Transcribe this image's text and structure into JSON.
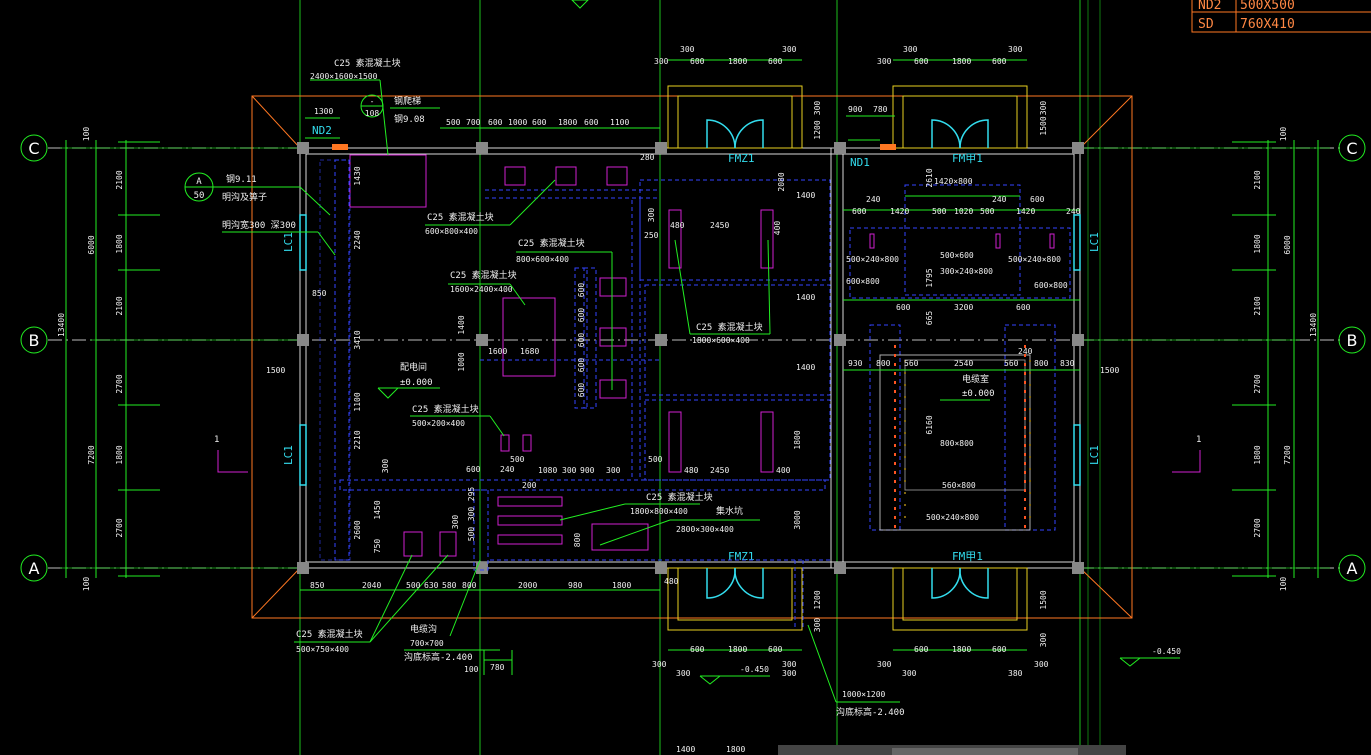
{
  "legend_table": {
    "rows": [
      {
        "code": "ND2",
        "size": "500X500"
      },
      {
        "code": "SD",
        "size": "760X410"
      }
    ]
  },
  "axes": {
    "left": [
      "C",
      "B",
      "A"
    ],
    "right": [
      "C",
      "B",
      "A"
    ]
  },
  "left_dims": {
    "outer": "13400",
    "seg_top": "6000",
    "seg_bottom": "7200",
    "inner": [
      "100",
      "2100",
      "1800",
      "2100",
      "2700",
      "1800",
      "2700",
      "100"
    ]
  },
  "right_dims": {
    "outer": "13400",
    "seg_top": "6000",
    "seg_bottom": "7200",
    "inner": [
      "100",
      "2100",
      "1800",
      "2100",
      "2700",
      "1800",
      "2700",
      "100"
    ]
  },
  "top_dims": {
    "door1": [
      "300",
      "300",
      "600",
      "1800",
      "600",
      "300"
    ],
    "door2": [
      "300",
      "300",
      "600",
      "1800",
      "600",
      "300"
    ],
    "row": [
      "1300",
      "500",
      "700",
      "600",
      "1000",
      "600",
      "1800",
      "600",
      "1100"
    ],
    "right_small": [
      "900",
      "780"
    ],
    "v1": [
      "300",
      "1200"
    ],
    "v2": [
      "300",
      "1500"
    ]
  },
  "labels": {
    "nd2": "ND2",
    "nd1": "ND1",
    "fmz1_top": "FMZ1",
    "fmz1_bottom": "FMZ1",
    "fm1_top": "FM甲1",
    "fm1_bottom": "FM甲1",
    "lc1_a": "LC1",
    "lc1_b": "LC1",
    "lc1_c": "LC1",
    "lc1_d": "LC1",
    "c25_1": "C25  素混凝土块",
    "c25_1_size": "2400×1600×1500",
    "c25_2": "C25  素混凝土块",
    "c25_2_size": "600×800×400",
    "c25_3": "C25  素混凝土块",
    "c25_3_size": "800×600×400",
    "c25_4": "C25  素混凝土块",
    "c25_4_size": "1600×2400×400",
    "c25_5": "C25  素混凝土块",
    "c25_5_size": "1800×600×400",
    "c25_6": "C25  素混凝土块",
    "c25_6_size": "500×200×400",
    "c25_7": "C25  素混凝土块",
    "c25_7_size": "1800×800×400",
    "c25_8": "C25  素混凝土块",
    "c25_8_size": "500×750×400",
    "ref_circle_top": "A",
    "ref_circle_bottom": "50",
    "ref_note1": "钢9.11",
    "ref_note2": "明沟及箅子",
    "ditch": "明沟宽300  深300",
    "grate": "钢爬梯",
    "grate_ref": "钢9.08",
    "sec_circle_top": "-",
    "sec_circle_bottom": "108",
    "elev_left_name": "配电间",
    "elev_left": "±0.000",
    "elev_right_name": "电缆室",
    "elev_right": "±0.000",
    "elev_bottom1": "-0.450",
    "elev_bottom2": "-0.450",
    "cable_trench": "电缆沟",
    "cable_trench_size": "700×700",
    "cable_trench_depth": "沟底标高-2.400",
    "cable_trench2_size": "1000×1200",
    "cable_trench2_depth": "沟底标高-2.400",
    "sump": "集水坑",
    "sump_size": "2800×300×400",
    "section_mark_left": "1",
    "section_mark_right": "1",
    "right_room_sizes": [
      "1420×800",
      "500×240×800",
      "500×600",
      "300×240×800",
      "500×240×800",
      "600×800",
      "600×800",
      "800×800",
      "560×800",
      "500×240×800"
    ],
    "right_room_dims": [
      "600",
      "240",
      "1420",
      "500",
      "1020",
      "500",
      "1420",
      "240",
      "600",
      "600",
      "3200",
      "600",
      "930",
      "800",
      "560",
      "2540",
      "560",
      "800",
      "830",
      "240",
      "240",
      "1795",
      "665",
      "6160",
      "2610"
    ],
    "inner_dims": [
      "2450",
      "2450",
      "480",
      "480",
      "400",
      "400",
      "1400",
      "1400",
      "1400",
      "1800",
      "3000",
      "2080",
      "280",
      "250",
      "300",
      "1680",
      "1400",
      "1000",
      "600",
      "600",
      "600",
      "600",
      "600",
      "1600",
      "500",
      "1080",
      "300",
      "900",
      "300",
      "500",
      "1430",
      "2240",
      "3410",
      "2210",
      "1100",
      "850",
      "1500",
      "2600",
      "750",
      "300",
      "1450",
      "300",
      "600",
      "240",
      "200",
      "295",
      "300",
      "500",
      "800",
      "1500"
    ],
    "bottom_dims": [
      "850",
      "2040",
      "500",
      "630",
      "580",
      "800",
      "2000",
      "980",
      "1800",
      "480"
    ],
    "bottom_door1": [
      "300",
      "600",
      "1800",
      "600",
      "300",
      "300",
      "300"
    ],
    "bottom_door2": [
      "300",
      "600",
      "1800",
      "600",
      "300",
      "300",
      "380"
    ],
    "bottom_v": [
      "1200",
      "300",
      "1500",
      "300"
    ],
    "bottom_misc": [
      "780",
      "100",
      "1400",
      "1800"
    ]
  }
}
